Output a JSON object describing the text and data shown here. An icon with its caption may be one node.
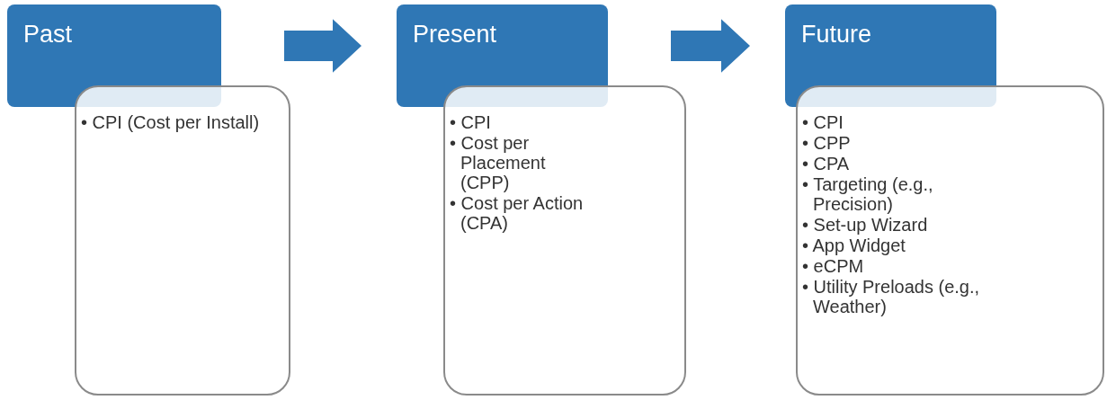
{
  "diagram": {
    "nodes": [
      {
        "text": [
          "Past"
        ]
      },
      {
        "text": [
          "• CPI (Cost per Install)"
        ]
      },
      {
        "text": [
          "Present"
        ]
      },
      {
        "text": [
          "• CPI",
          "• Cost per Placement (CPP)",
          "• Cost per Action (CPA)"
        ]
      },
      {
        "text": [
          "Future"
        ]
      },
      {
        "text": [
          "• CPI",
          "• CPP",
          "• CPA",
          "• Targeting (e.g., Precision)",
          "• Set-up Wizard",
          "• App Widget",
          "• eCPM",
          "• Utility Preloads (e.g., Weather)"
        ]
      }
    ],
    "edges": [
      {
        "from": 0,
        "to": 2,
        "arrow": "to",
        "style": "thick"
      },
      {
        "from": 2,
        "to": 4,
        "arrow": "to",
        "style": "thick"
      }
    ]
  }
}
